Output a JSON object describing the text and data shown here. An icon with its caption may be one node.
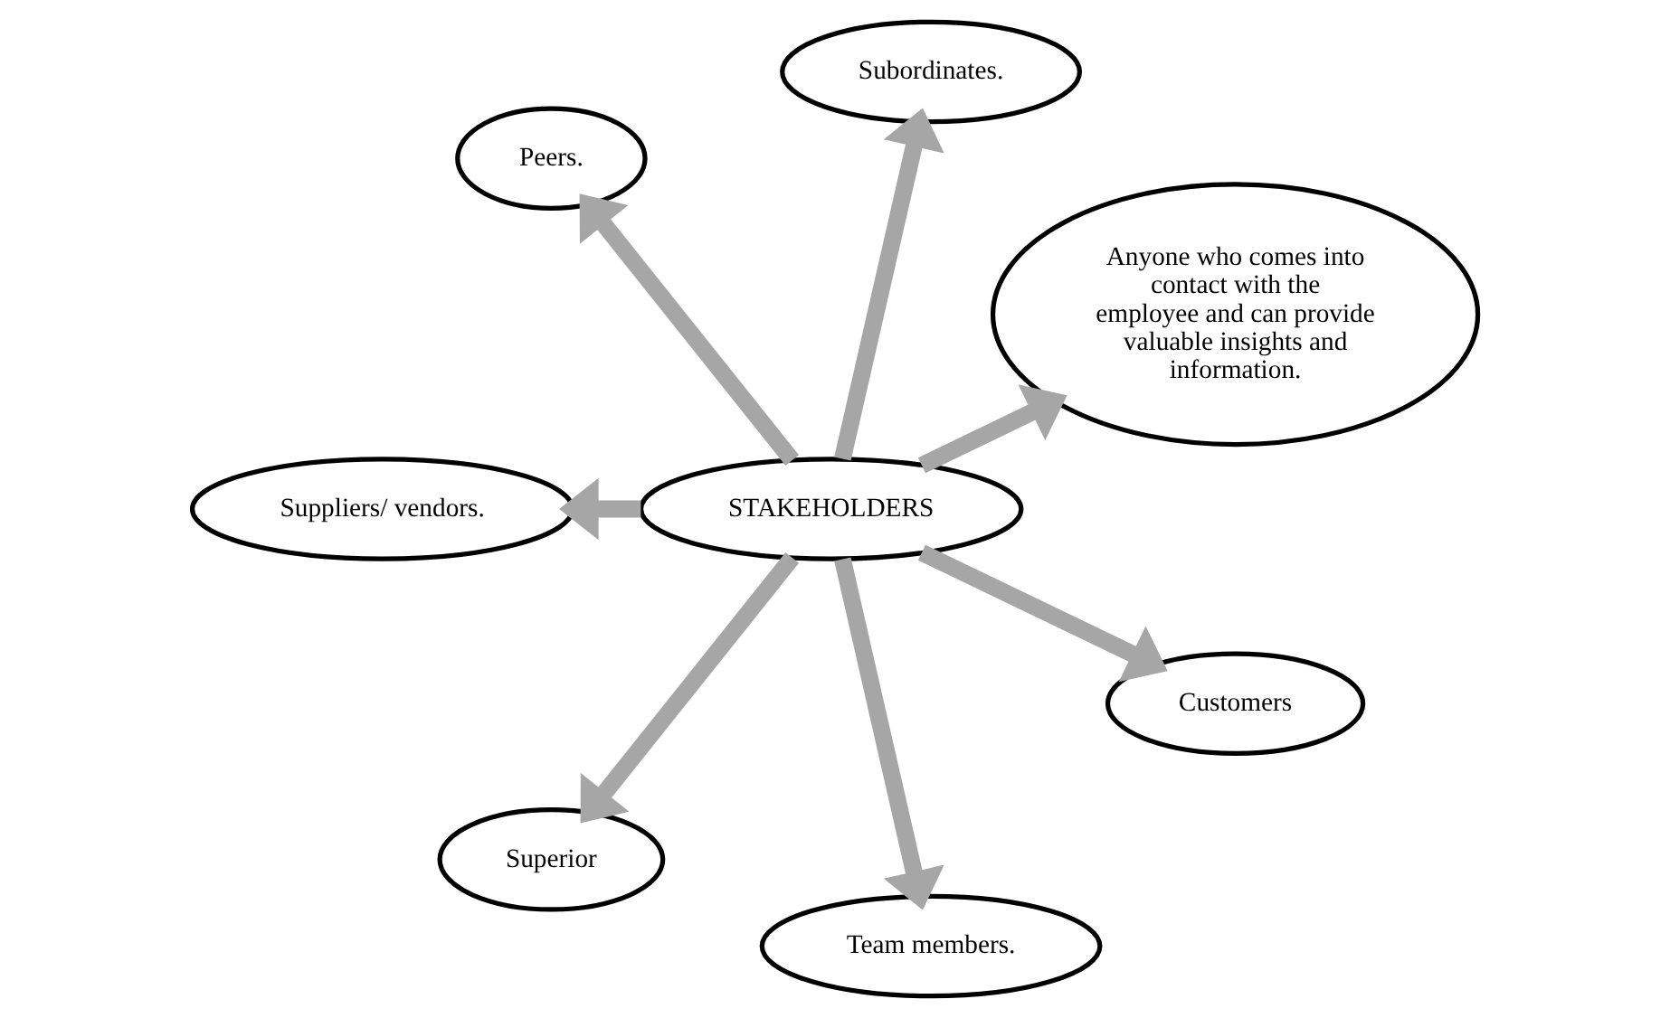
{
  "diagram": {
    "nodes": [
      {
        "text": [
          "Anyone who comes into contact with the employee and can provide valuable insights and information."
        ]
      },
      {
        "text": [
          "Subordinates."
        ]
      },
      {
        "text": [
          "Peers."
        ]
      },
      {
        "text": [
          "STAKEHOLDERS"
        ]
      },
      {
        "text": [
          "Suppliers/ vendors."
        ]
      },
      {
        "text": [
          "Superior"
        ]
      },
      {
        "text": [
          "Team members."
        ]
      },
      {
        "text": [
          "Customers"
        ]
      }
    ],
    "edges": [
      {
        "from": 3,
        "to": 0,
        "arrow": "to"
      },
      {
        "from": 3,
        "to": 1,
        "arrow": "to"
      },
      {
        "from": 3,
        "to": 2,
        "arrow": "to"
      },
      {
        "from": 3,
        "to": 5,
        "arrow": "to"
      },
      {
        "from": 3,
        "to": 6,
        "arrow": "to"
      },
      {
        "from": 3,
        "to": 7,
        "arrow": "to"
      },
      {
        "from": 3,
        "to": 4,
        "arrow": "to"
      }
    ]
  }
}
